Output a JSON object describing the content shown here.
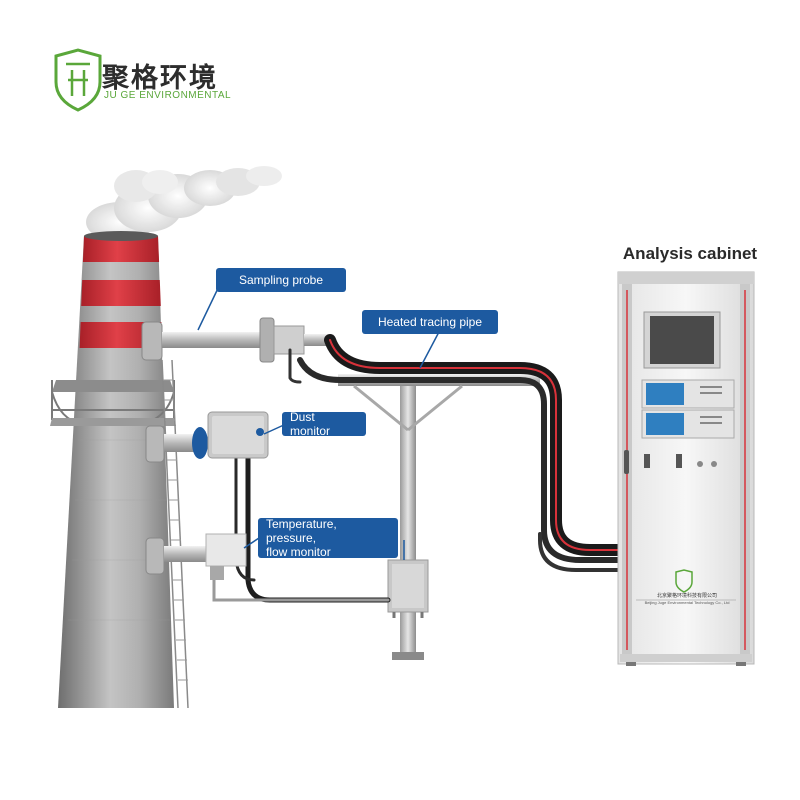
{
  "brand": {
    "name_cn": "聚格环境",
    "name_en": "JU GE ENVIRONMENTAL",
    "color": "#5aa73a"
  },
  "callouts": {
    "sampling_probe": "Sampling probe",
    "heated_tracing_pipe": "Heated tracing pipe",
    "dust_monitor": "Dust monitor",
    "tpf_monitor_line1": "Temperature, pressure,",
    "tpf_monitor_line2": "flow monitor"
  },
  "cabinet": {
    "title": "Analysis cabinet",
    "company_cn": "北京聚格环境科技有限公司",
    "company_en": "Beijing Juge Environmental Technology Co., Ltd"
  },
  "colors": {
    "callout": "#1d5aa0",
    "chimney_stripe": "#d8323a",
    "heated_pipe": "#1a1a1a",
    "pipe_red_line": "#d8323a"
  }
}
